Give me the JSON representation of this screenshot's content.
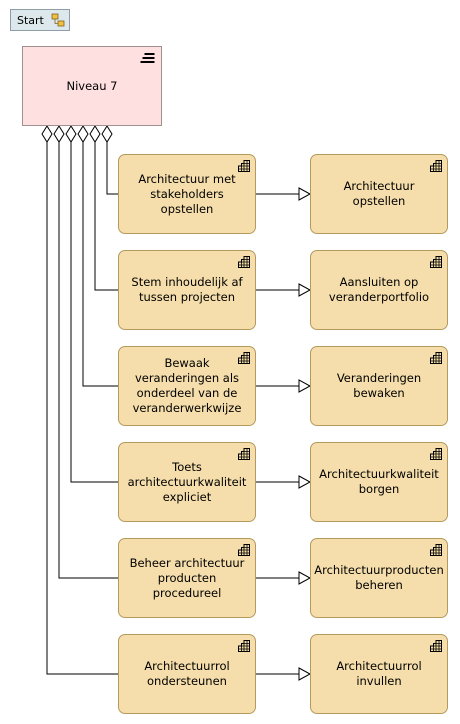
{
  "start_button": {
    "label": "Start",
    "icon": "model-tree-icon"
  },
  "level": {
    "label": "Niveau 7",
    "icon": "menu-lines-icon"
  },
  "rows": [
    {
      "process": "Architectuur met stakeholders opstellen",
      "function": "Architectuur opstellen"
    },
    {
      "process": "Stem inhoudelijk af tussen projecten",
      "function": "Aansluiten op veranderportfolio"
    },
    {
      "process": "Bewaak veranderingen als onderdeel van de veranderwerkwijze",
      "function": "Veranderingen bewaken"
    },
    {
      "process": "Toets architectuurkwaliteit expliciet",
      "function": "Architectuurkwaliteit borgen"
    },
    {
      "process": "Beheer architectuur producten procedureel",
      "function": "Architectuurproducten beheren"
    },
    {
      "process": "Architectuurrol ondersteunen",
      "function": "Architectuurrol invullen"
    }
  ],
  "colors": {
    "level_fill": "#ffe0e0",
    "box_fill": "#f5deab",
    "box_border": "#b49a5c",
    "line": "#000000",
    "start_fill": "#dde8ec"
  },
  "box_icon": "function-grid-icon"
}
